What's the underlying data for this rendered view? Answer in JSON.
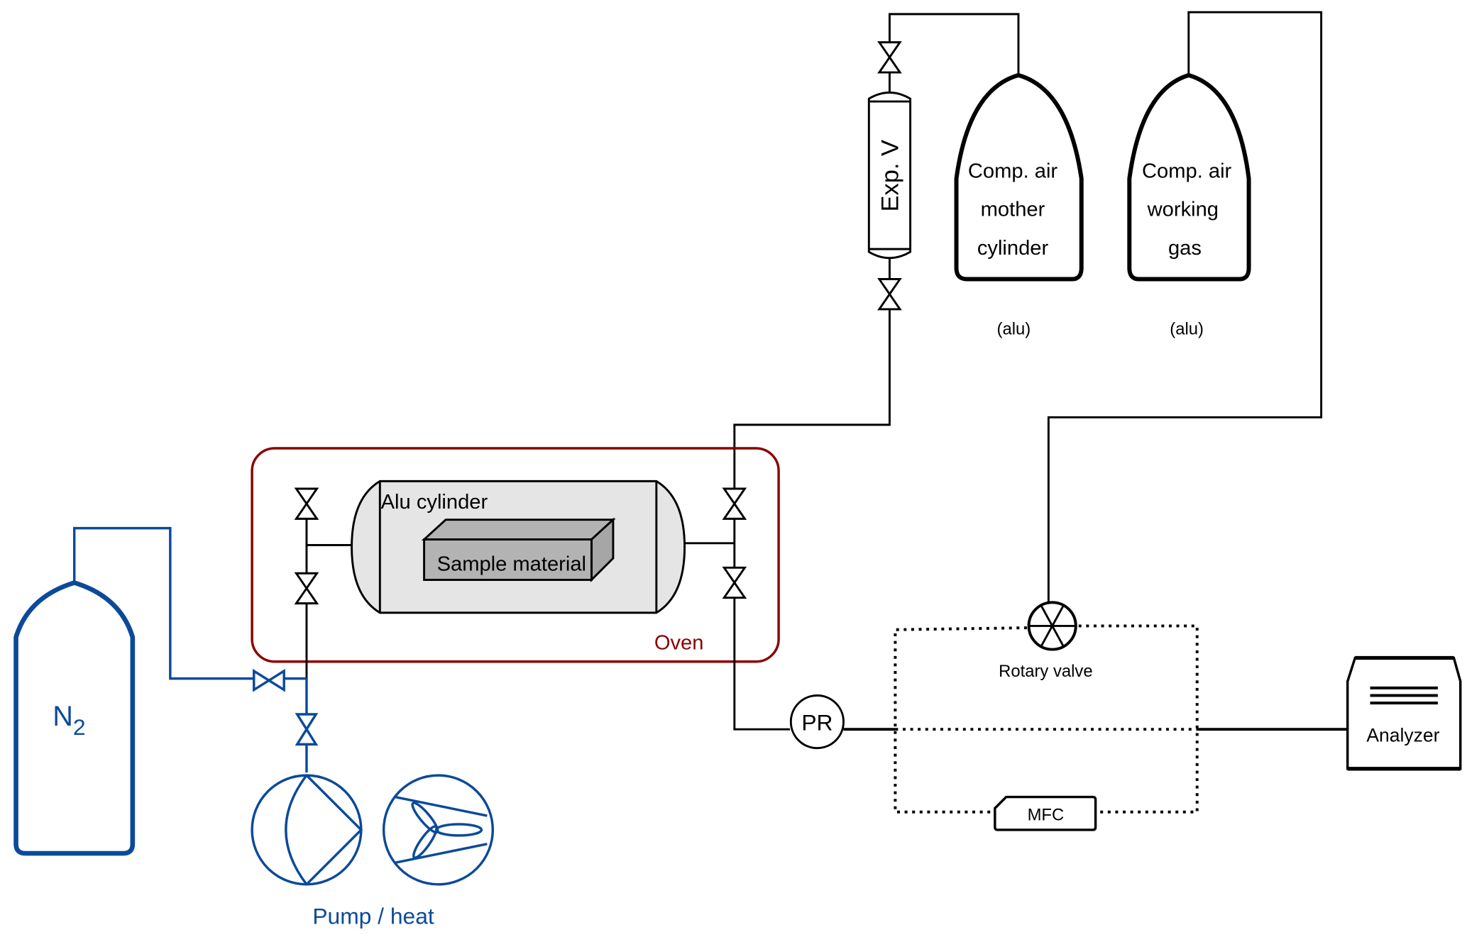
{
  "diagram": {
    "title": "Gas sorption test setup schematic",
    "colors": {
      "line": "#000000",
      "n2_line": "#0b4a9a",
      "oven": "#8b0000",
      "cylinder_fill": "#e5e5e5",
      "sample_fill": "#b3b3b3"
    },
    "components": {
      "exp_vessel": "Exp. V",
      "mother_cylinder": {
        "lines": [
          "Comp. air",
          "mother",
          "cylinder"
        ],
        "material": "(alu)"
      },
      "working_gas": {
        "lines": [
          "Comp. air",
          "working",
          "gas"
        ],
        "material": "(alu)"
      },
      "oven": "Oven",
      "alu_cylinder": "Alu cylinder",
      "sample": "Sample material",
      "n2": {
        "main": "N",
        "sub": "2"
      },
      "pump_heat": "Pump / heat",
      "pressure": "PR",
      "rotary_valve": "Rotary valve",
      "mfc": "MFC",
      "analyzer": "Analyzer"
    }
  }
}
